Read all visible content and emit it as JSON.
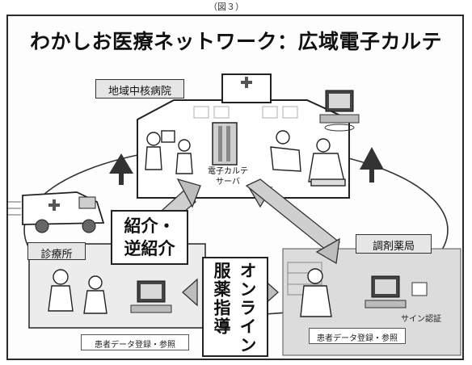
{
  "header": {
    "top_label": "（図３）"
  },
  "title": "わかしお医療ネットワーク：広域電子カルテ",
  "nodes": {
    "hospital": "地域中核病院",
    "server": "電子カルテ\nサーバ",
    "clinic": "診療所",
    "pharmacy": "調剤薬局"
  },
  "flows": {
    "referral": "紹介・\n逆紹介",
    "online_guidance": "オンライン\n服薬指導"
  },
  "data_labels": {
    "clinic_data": "患者データ登録・参照",
    "pharmacy_data": "患者データ登録・参照",
    "signature": "サイン認証"
  }
}
